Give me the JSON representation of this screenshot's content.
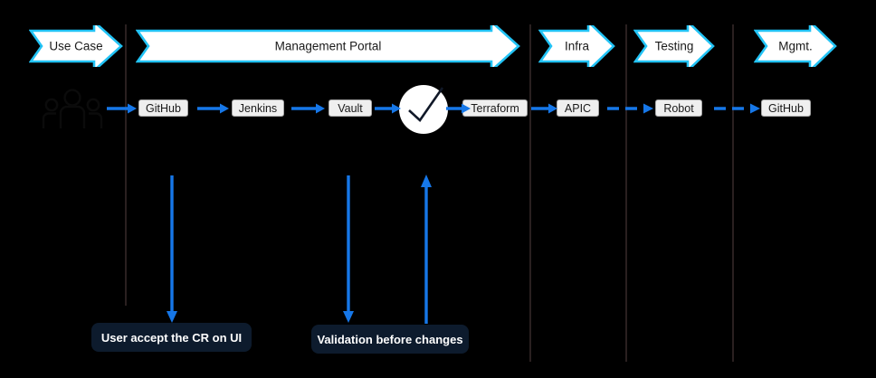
{
  "colors": {
    "background": "#000000",
    "accent_blue": "#1677e8",
    "banner_border": "#22c3f5",
    "banner_fill": "#ffffff",
    "node_fill": "#efefef",
    "node_border": "#a8a8a8",
    "callout_fill": "#0d1b2d",
    "callout_text": "#ffffff",
    "divider": "#2a2020",
    "check_stroke": "#101828"
  },
  "lanes": [
    {
      "name": "use-case",
      "banner_label": "Use Case"
    },
    {
      "name": "management-portal",
      "banner_label": "Management Portal"
    },
    {
      "name": "infra",
      "banner_label": "Infra"
    },
    {
      "name": "testing",
      "banner_label": "Testing"
    },
    {
      "name": "mgmt",
      "banner_label": "Mgmt."
    }
  ],
  "pipeline": {
    "actor_icon": "people-icon",
    "nodes": [
      {
        "name": "github-source",
        "label": "GitHub"
      },
      {
        "name": "jenkins",
        "label": "Jenkins"
      },
      {
        "name": "vault",
        "label": "Vault"
      },
      {
        "name": "validation",
        "label": "check-circle-icon"
      },
      {
        "name": "terraform",
        "label": "Terraform"
      },
      {
        "name": "apic",
        "label": "APIC"
      },
      {
        "name": "robot",
        "label": "Robot"
      },
      {
        "name": "github-report",
        "label": "GitHub"
      }
    ]
  },
  "callouts": [
    {
      "name": "user-accept-cr",
      "label": "User accept the CR on UI",
      "arrow": "down"
    },
    {
      "name": "validation-changes",
      "label": "Validation before changes",
      "arrow": "down"
    },
    {
      "name": "validation-feedback",
      "label": "",
      "arrow": "up"
    }
  ]
}
